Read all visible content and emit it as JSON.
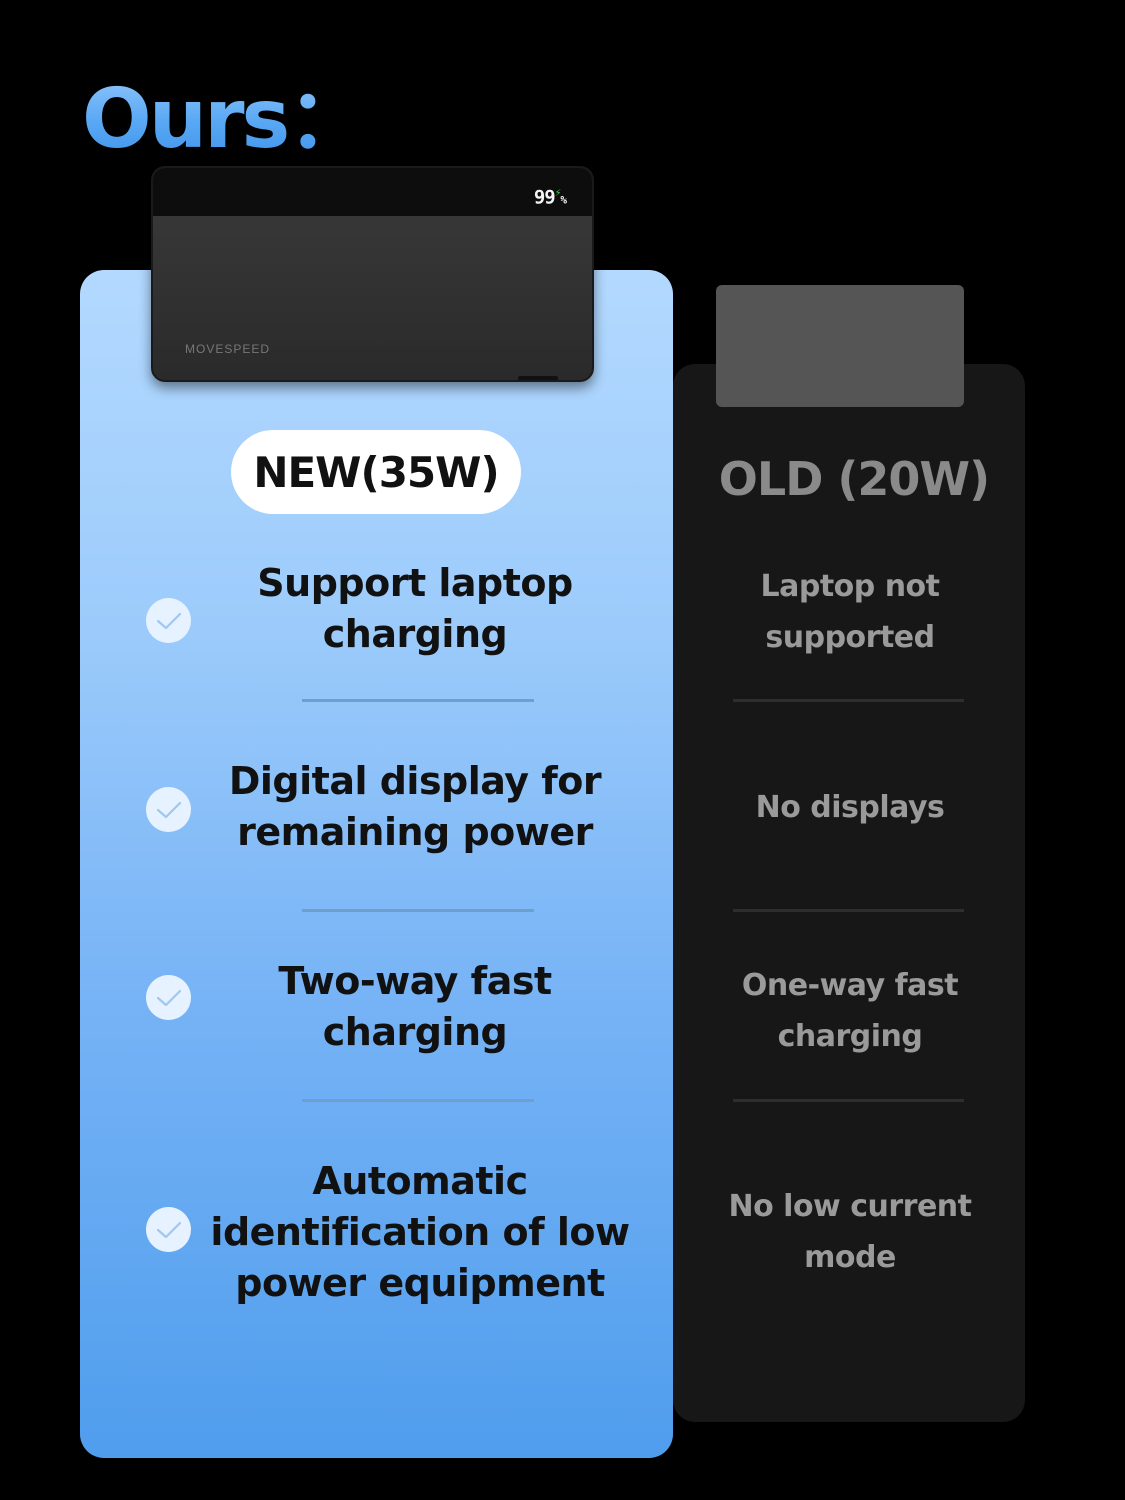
{
  "heading": "Ours：",
  "device": {
    "display": "99",
    "display_unit": "%",
    "brand": "MOVESPEED"
  },
  "new": {
    "label": "NEW(35W)",
    "features": [
      "Support laptop charging",
      "Digital display for remaining power",
      "Two-way fast charging",
      "Automatic identification of low power equipment"
    ]
  },
  "old": {
    "label": "OLD (20W)",
    "features": [
      "Laptop not supported",
      "No displays",
      "One-way fast charging",
      "No low current mode"
    ]
  },
  "icons": {
    "check": "check-icon",
    "bolt": "bolt-icon"
  },
  "colors": {
    "background": "#000000",
    "new_card_top": "#b3d9ff",
    "new_card_bottom": "#4f9ded",
    "old_card": "#171717",
    "heading": "#57a7f4"
  }
}
